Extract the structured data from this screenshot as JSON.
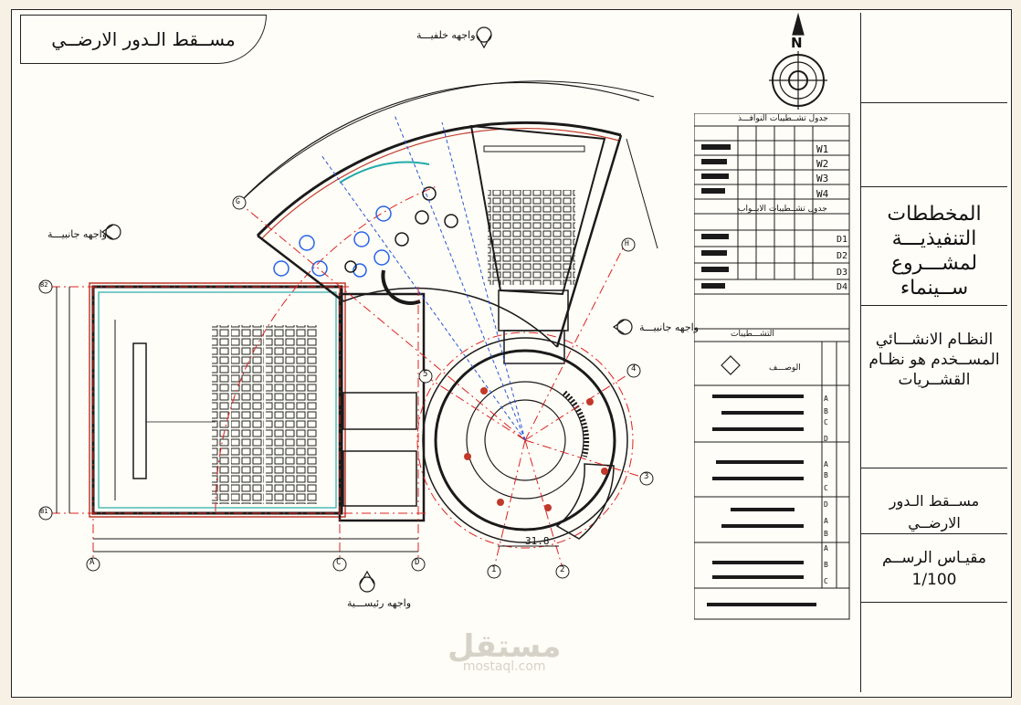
{
  "drawing": {
    "title": "مســقط الـدور الارضــي",
    "rear_facade": "واجهه خلفيـــة",
    "side_facade_left": "واجهه جانبيـــة",
    "side_facade_right": "واجهه جانبيـــة",
    "main_facade": "واجهه رئيســـية",
    "north": "N"
  },
  "grid_labels": {
    "a": "A",
    "c": "C",
    "d": "D",
    "one": "1",
    "two": "2",
    "three": "3",
    "four": "4",
    "five": "5",
    "b1": "B1",
    "b2": "B2",
    "g": "G",
    "h": "H"
  },
  "dimensions": {
    "overall_bottom": "31.8"
  },
  "schedule": {
    "windows_title": "جدول تشــطيبات النوافـــذ",
    "doors_title": "جدول تشــطيبات الابــواب",
    "finishes_title": "التشـــطيبات",
    "description": "الوصـــف",
    "window_ids": [
      "W1",
      "W2",
      "W3",
      "W4"
    ],
    "door_ids": [
      "D1",
      "D2",
      "D3",
      "D4"
    ],
    "section_ids": [
      "A",
      "B",
      "C",
      "D",
      "A",
      "B",
      "C",
      "D",
      "A",
      "B",
      "A",
      "B",
      "C"
    ]
  },
  "title_block": {
    "project": "المخططات التنفيذيـــة لمشـــروع ســينماء",
    "system": "النظـام الانشـــائي المســخدم هو نظـام القشــريات",
    "sheet_name": "مســقط الـدور الارضــي",
    "scale_label": "مقيـاس الرســم",
    "scale_value": "1/100"
  },
  "watermark": {
    "arabic": "مستقل",
    "latin": "mostaql.com"
  }
}
